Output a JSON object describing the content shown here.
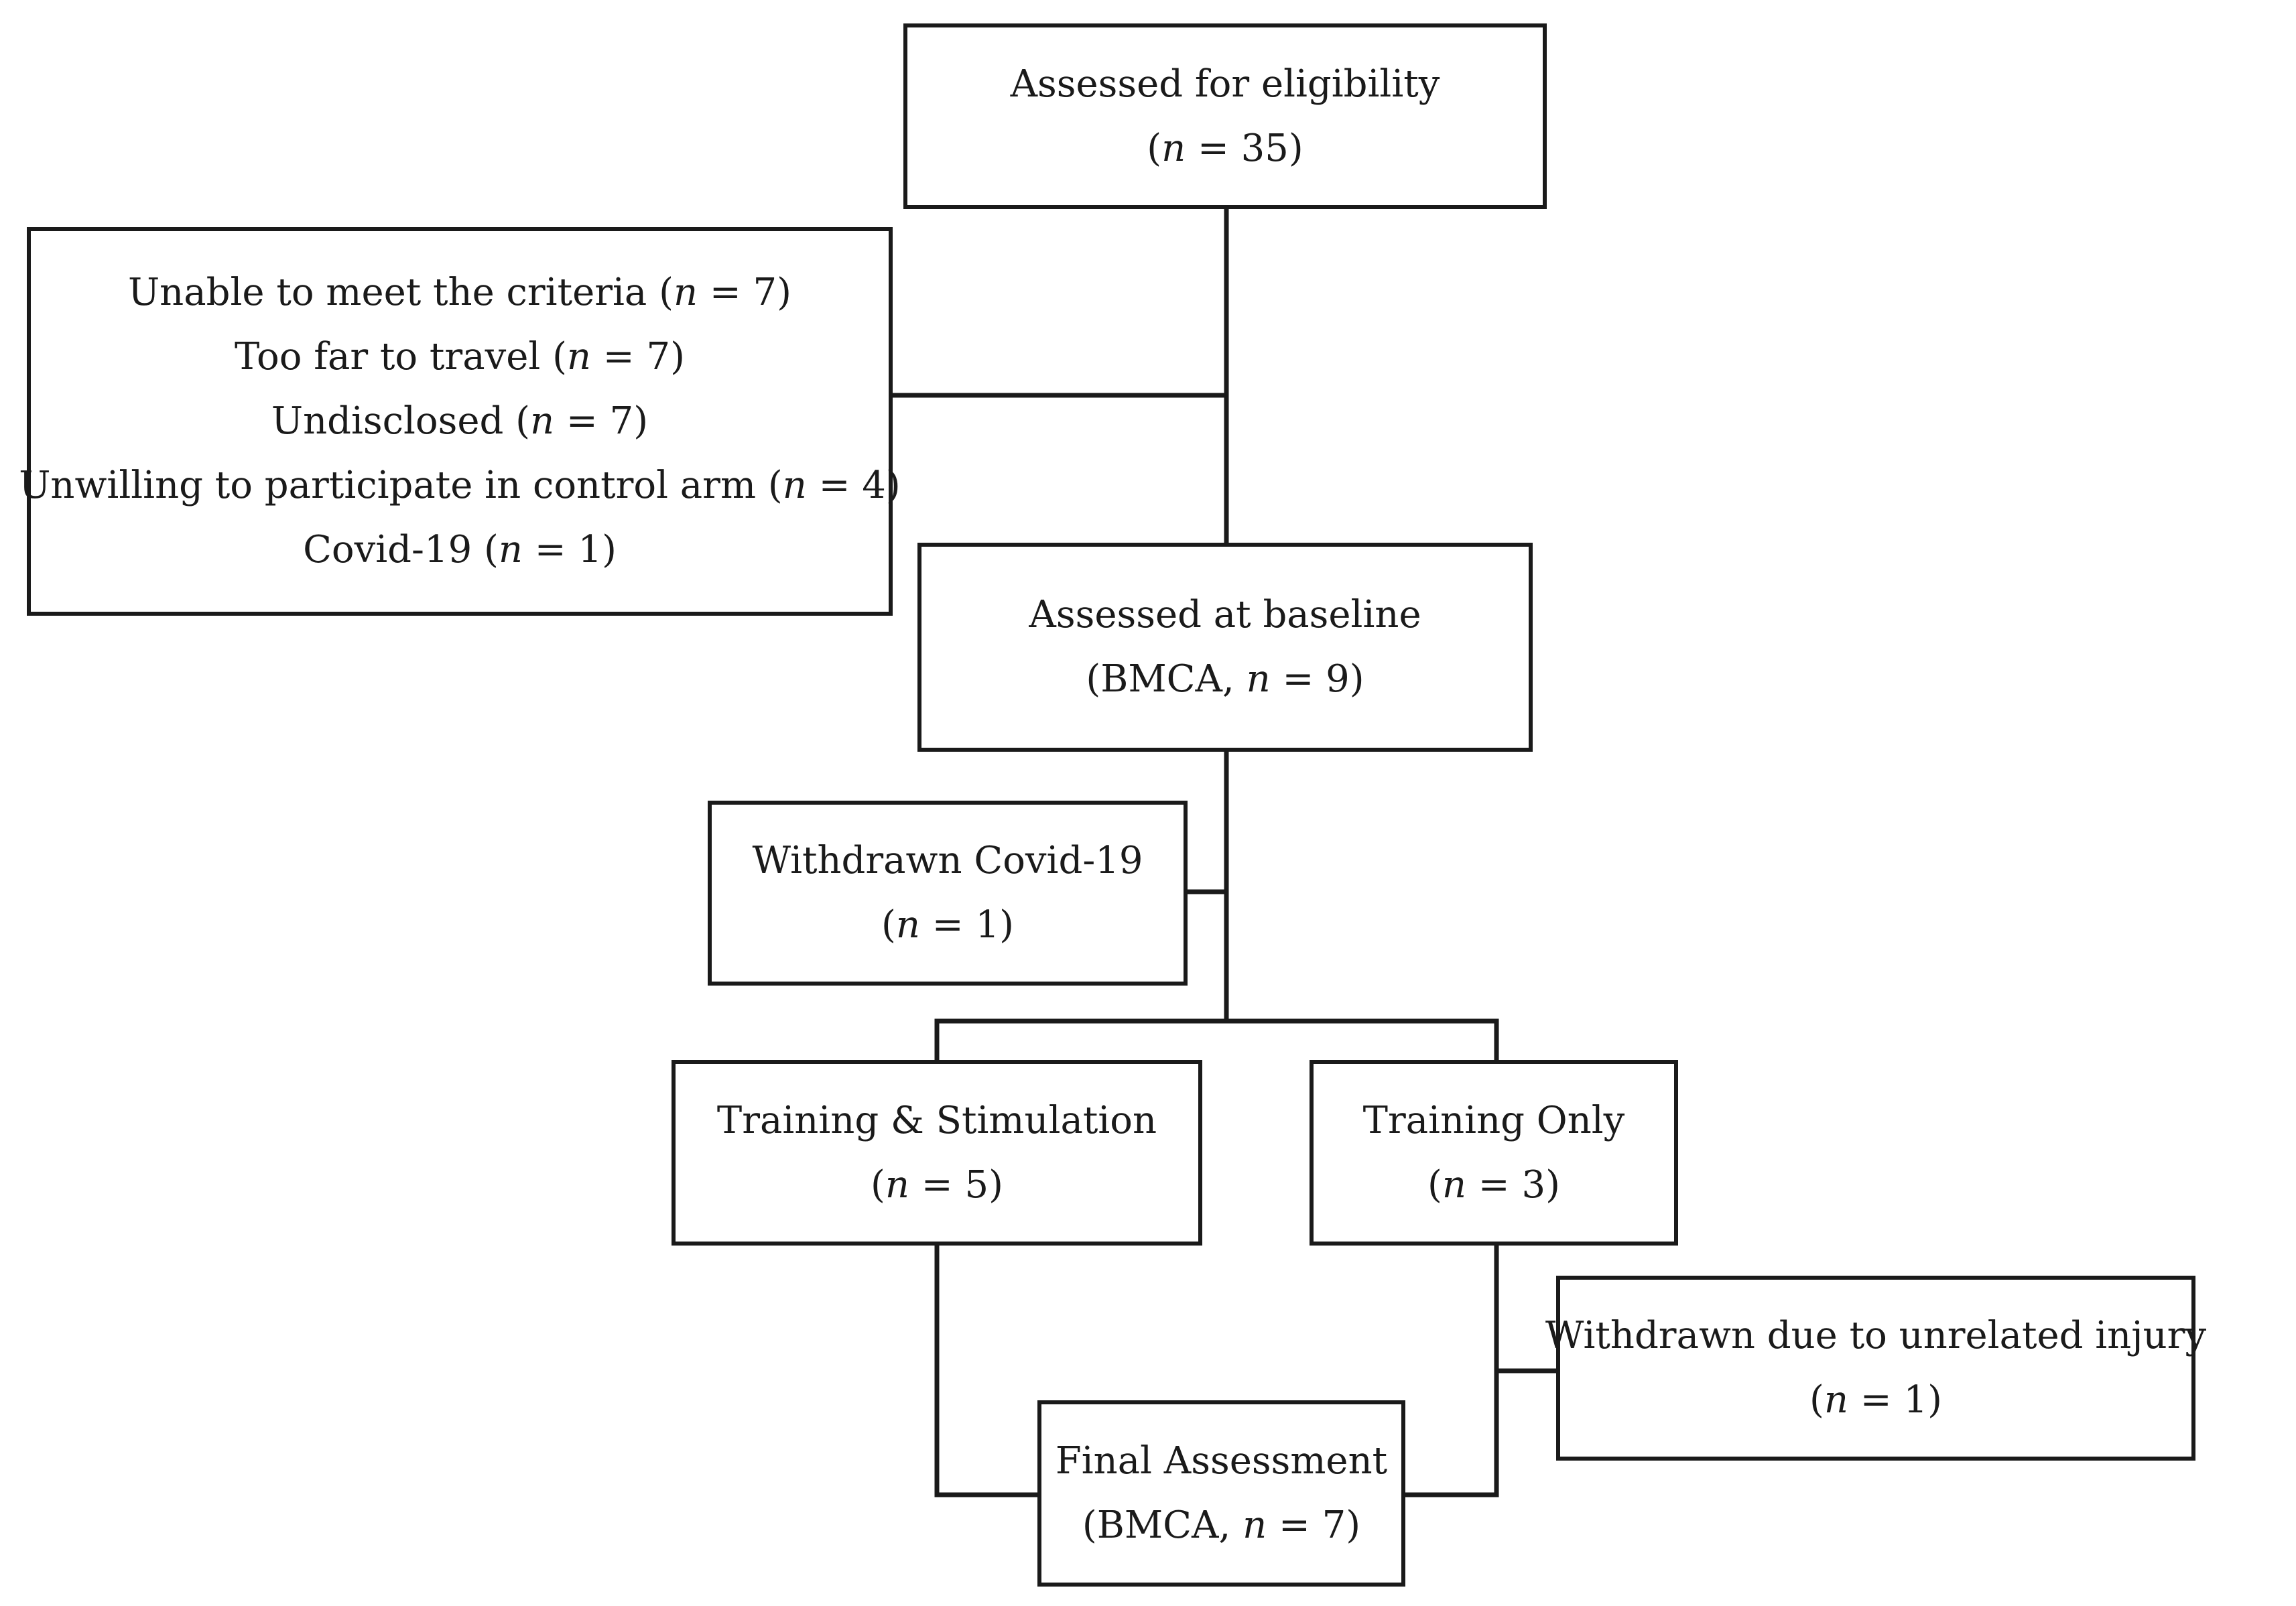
{
  "nodes": {
    "eligibility": {
      "lines": [
        {
          "pre": "Assessed for eligibility",
          "n": "",
          "post": ""
        },
        {
          "pre": "(",
          "n": "n",
          "post": " = 35)"
        }
      ]
    },
    "excluded": {
      "lines": [
        {
          "pre": "Unable to meet the criteria (",
          "n": "n",
          "post": " = 7)"
        },
        {
          "pre": "Too far to travel (",
          "n": "n",
          "post": " = 7)"
        },
        {
          "pre": "Undisclosed (",
          "n": "n",
          "post": " = 7)"
        },
        {
          "pre": "Unwilling to participate in control arm (",
          "n": "n",
          "post": " = 4)"
        },
        {
          "pre": "Covid-19 (",
          "n": "n",
          "post": " = 1)"
        }
      ]
    },
    "baseline": {
      "lines": [
        {
          "pre": "Assessed at baseline",
          "n": "",
          "post": ""
        },
        {
          "pre": "(BMCA, ",
          "n": "n",
          "post": " = 9)"
        }
      ]
    },
    "withdrawn_covid": {
      "lines": [
        {
          "pre": "Withdrawn Covid-19",
          "n": "",
          "post": ""
        },
        {
          "pre": "(",
          "n": "n",
          "post": " = 1)"
        }
      ]
    },
    "training_stim": {
      "lines": [
        {
          "pre": "Training & Stimulation",
          "n": "",
          "post": ""
        },
        {
          "pre": "(",
          "n": "n",
          "post": " = 5)"
        }
      ]
    },
    "training_only": {
      "lines": [
        {
          "pre": "Training Only",
          "n": "",
          "post": ""
        },
        {
          "pre": "(",
          "n": "n",
          "post": " = 3)"
        }
      ]
    },
    "withdrawn_injury": {
      "lines": [
        {
          "pre": "Withdrawn due to unrelated injury",
          "n": "",
          "post": ""
        },
        {
          "pre": "(",
          "n": "n",
          "post": " = 1)"
        }
      ]
    },
    "final": {
      "lines": [
        {
          "pre": "Final Assessment",
          "n": "",
          "post": ""
        },
        {
          "pre": "(BMCA, ",
          "n": "n",
          "post": " = 7)"
        }
      ]
    }
  }
}
